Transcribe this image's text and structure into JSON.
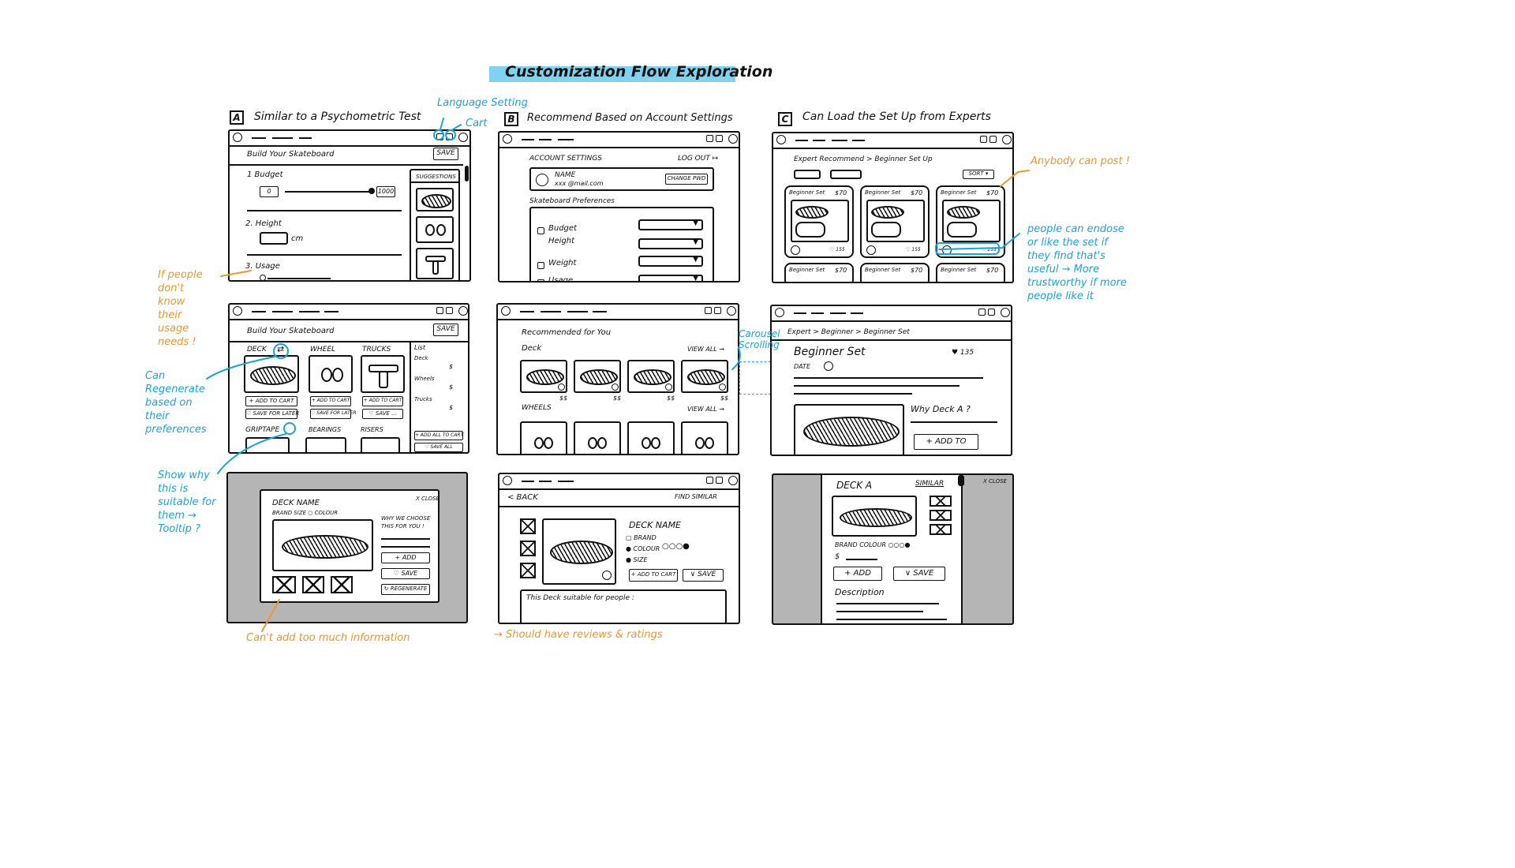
{
  "title": "Customization Flow Exploration",
  "colors": {
    "annotation_blue": "#1aa3d9",
    "annotation_orange": "#f0952a",
    "highlight": "#7fd3f0",
    "overlay_grey": "#b5b5b5"
  },
  "columns": [
    {
      "tag": "A",
      "heading": "Similar to a Psychometric Test"
    },
    {
      "tag": "B",
      "heading": "Recommend Based on Account Settings"
    },
    {
      "tag": "C",
      "heading": "Can Load the Set Up from Experts"
    }
  ],
  "a1": {
    "header": "Build Your Skateboard",
    "save": "SAVE",
    "q1": "1  Budget",
    "min": "0",
    "max": "1000",
    "q2": "2.  Height",
    "unit": "cm",
    "q3": "3.  Usage",
    "suggestions": "SUGGESTIONS"
  },
  "a2": {
    "header": "Build Your Skateboard",
    "save": "SAVE",
    "deck": "DECK",
    "wheel": "WHEEL",
    "trucks": "TRUCKS",
    "add_to_cart": "+ ADD TO CART",
    "save_for_later": "♡ SAVE FOR LATER",
    "save_short": "♡ SAVE ...",
    "griptape": "GRIPTAPE",
    "bearings": "BEARINGS",
    "risers": "RISERS",
    "list": "List",
    "list_deck": "Deck",
    "list_wheels": "Wheels",
    "list_trucks": "Trucks",
    "price": "$",
    "list_add": "+ ADD ALL TO CART",
    "list_save": "♡ SAVE ALL"
  },
  "a3": {
    "name": "DECK NAME",
    "meta": "BRAND  SIZE   ○ COLOUR",
    "close": "X CLOSE",
    "why": "WHY WE CHOOSE THIS FOR YOU !",
    "add": "+ ADD",
    "save": "♡ SAVE",
    "regenerate": "↻ REGENERATE"
  },
  "b1": {
    "title": "ACCOUNT SETTINGS",
    "logout": "LOG OUT ↦",
    "name": "NAME",
    "email": "xxx @mail.com",
    "change_pwd": "CHANGE PWD",
    "prefs": "Skateboard Preferences",
    "fields": [
      "Budget",
      "Height",
      "Weight",
      "Usage"
    ]
  },
  "b2": {
    "title": "Recommended for You",
    "deck": "Deck",
    "view_all": "VIEW ALL →",
    "wheels": "WHEELS",
    "price": "$$"
  },
  "b3": {
    "back": "< BACK",
    "find_similar": "FIND SIMILAR",
    "name": "DECK NAME",
    "brand": "▢ BRAND",
    "colour": "● COLOUR",
    "size": "● SIZE",
    "add_to_cart": "+ ADD TO CART",
    "save": "∨ SAVE",
    "suitable": "This Deck suitable for people :"
  },
  "c1": {
    "crumb": "Expert Recommend > Beginner Set Up",
    "sort": "SORT ▾",
    "card_title": "Beginner Set",
    "card_price": "$70",
    "likes": "♡ 155"
  },
  "c2": {
    "crumb": "Expert > Beginner > Beginner Set",
    "title": "Beginner Set",
    "likes": "♥ 135",
    "date": "DATE",
    "why": "Why Deck A ?",
    "add": "+ ADD TO"
  },
  "c3": {
    "name": "DECK A",
    "similar": "SIMILAR",
    "close": "X CLOSE",
    "meta": "BRAND  COLOUR ○○○●",
    "price": "$",
    "add": "+ ADD",
    "save": "∨ SAVE",
    "description": "Description"
  },
  "annotations": {
    "language": "Language Setting",
    "cart": "Cart",
    "usage_note": "If people don't know their usage needs !",
    "regenerate_note": "Can Regenerate based on their preferences",
    "tooltip_note": "Show why this is suitable for them → Tooltip ?",
    "info_note": "Can't add too much information",
    "reviews_note": "→ Should have reviews & ratings",
    "carousel_note": "Carousel Scrolling",
    "anybody_note": "Anybody can post !",
    "endorse_note": "people can endose or like the set if they find that's useful → More trustworthy if more people like it"
  }
}
